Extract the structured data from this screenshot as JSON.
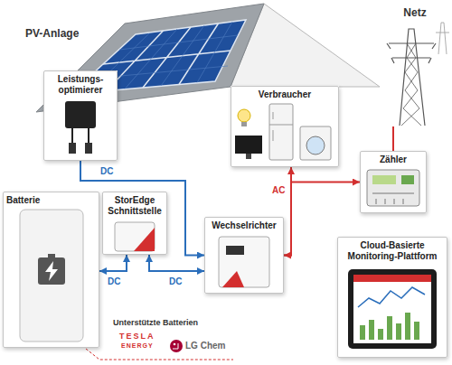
{
  "diagram": {
    "nodes": [
      {
        "text": [
          "Leistungs- optimierer"
        ]
      },
      {
        "text": [
          "Verbraucher"
        ]
      },
      {
        "text": [
          "Netz"
        ]
      },
      {
        "text": [
          "Zähler"
        ]
      },
      {
        "text": [
          "Batterie"
        ]
      },
      {
        "text": [
          "StorEdge Schnittstelle"
        ]
      },
      {
        "text": [
          "Wechselrichter"
        ]
      },
      {
        "text": [
          "Cloud-Basierte Monitoring-Plattform"
        ]
      }
    ],
    "edges": [
      {
        "from": 0,
        "to": 6,
        "arrow": "to",
        "label": "DC"
      },
      {
        "from": 4,
        "to": 5,
        "arrow": "both",
        "label": "DC"
      },
      {
        "from": 5,
        "to": 6,
        "arrow": "both",
        "label": "DC"
      },
      {
        "from": 6,
        "to": 1,
        "arrow": "to",
        "label": "AC"
      },
      {
        "from": 6,
        "to": 3,
        "arrow": "both"
      },
      {
        "from": 3,
        "to": 2,
        "arrow": "none"
      }
    ],
    "labels": [
      "PV-Anlage",
      "Unterstützte Batterien",
      "TESLA",
      "ENERGY",
      "LG Chem"
    ]
  }
}
